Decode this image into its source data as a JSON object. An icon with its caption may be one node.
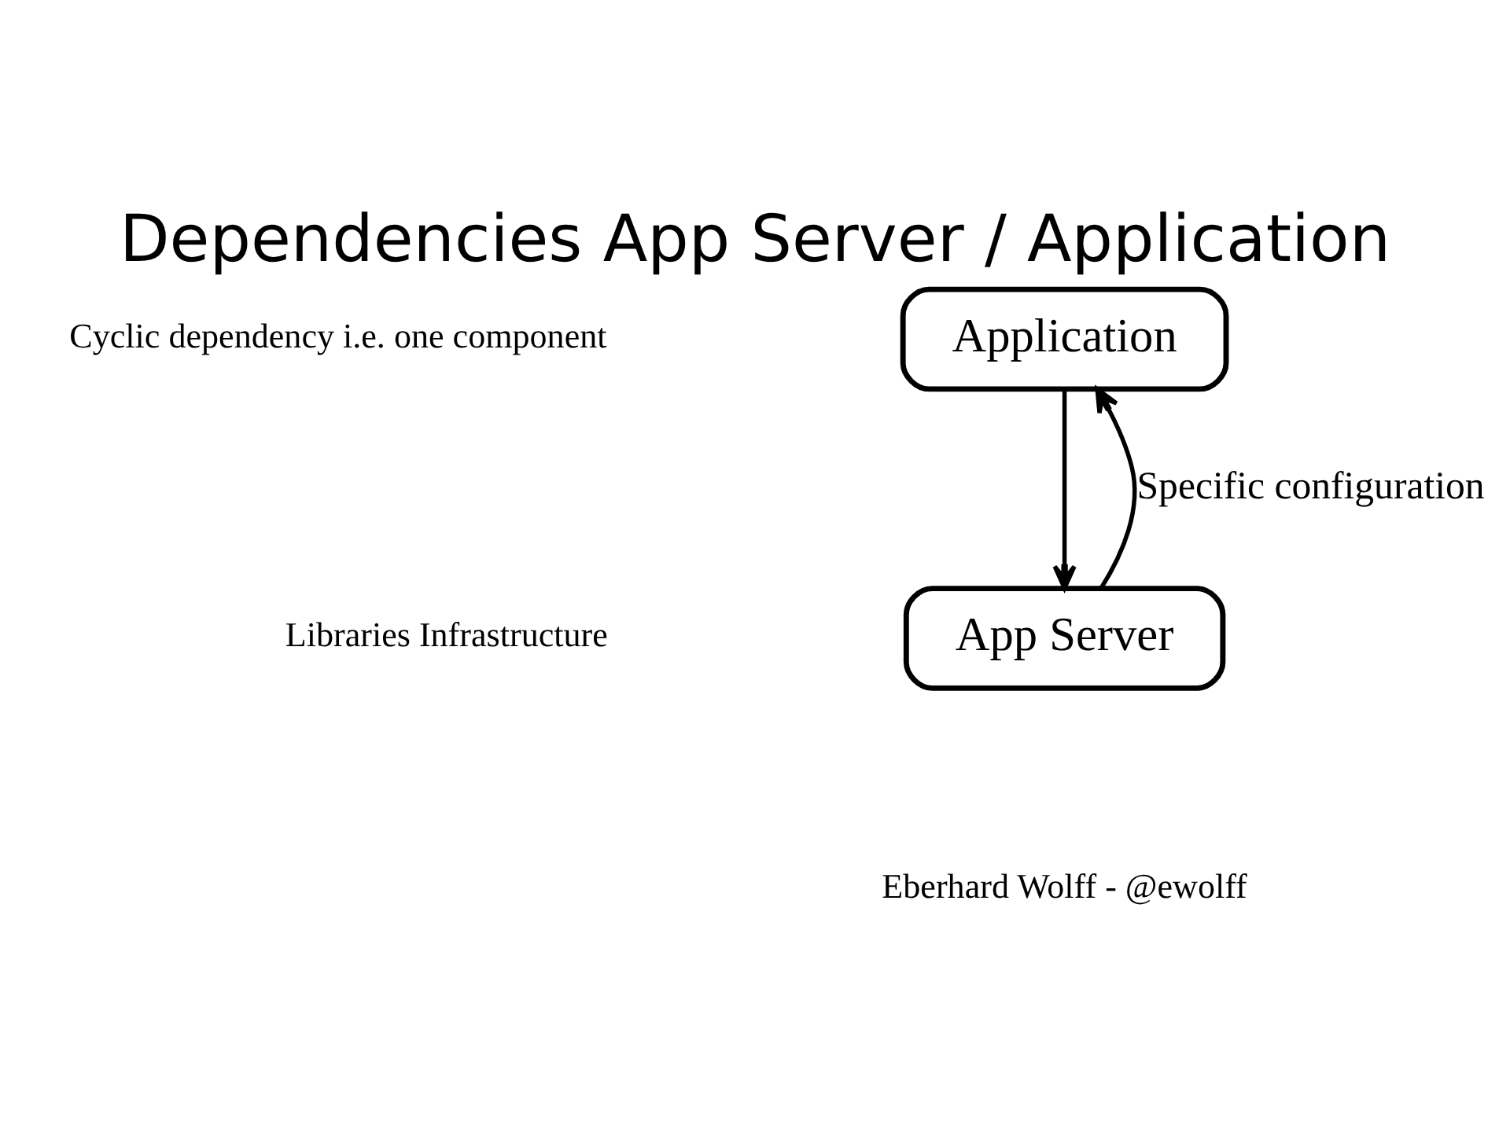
{
  "diagram": {
    "title": "Dependencies App Server / Application",
    "nodes": [
      {
        "text": [
          "Application"
        ]
      },
      {
        "text": [
          "App Server"
        ]
      }
    ],
    "edges": [
      {
        "from": 0,
        "to": 1,
        "arrow": "to"
      },
      {
        "from": 1,
        "to": 0,
        "arrow": "to",
        "label": "Specific configuration"
      }
    ],
    "labels": [
      "Cyclic dependency i.e. one component",
      "Libraries Infrastructure",
      "Eberhard Wolff - @ewolff"
    ]
  }
}
